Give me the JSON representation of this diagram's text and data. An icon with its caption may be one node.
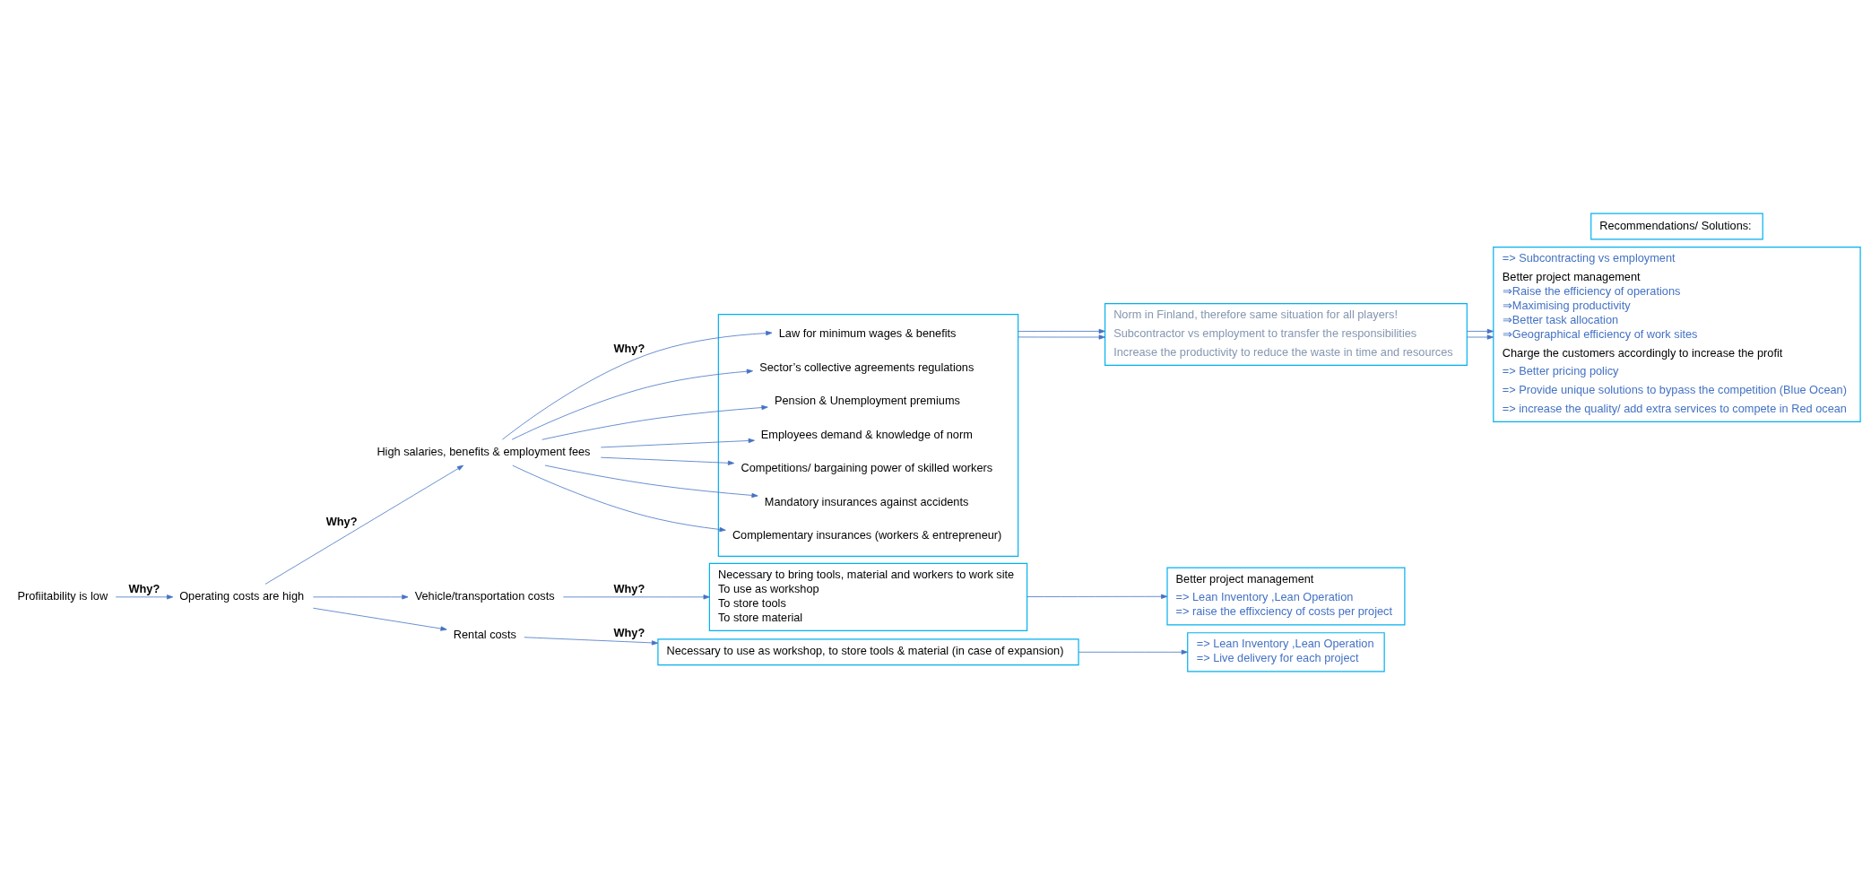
{
  "diagram": {
    "nodes": [
      {
        "text": [
          "Profiitability is low"
        ]
      },
      {
        "text": [
          "Operating costs are high"
        ]
      },
      {
        "text": [
          "High salaries, benefits & employment fees"
        ]
      },
      {
        "text": [],
        "shape": "box"
      },
      {
        "text": [
          "Law for minimum wages & benefits"
        ],
        "in": 3
      },
      {
        "text": [
          "Sector’s collective agreements regulations"
        ],
        "in": 3
      },
      {
        "text": [
          "Pension & Unemployment premiums"
        ],
        "in": 3
      },
      {
        "text": [
          "Employees demand & knowledge of norm"
        ],
        "in": 3
      },
      {
        "text": [
          "Competitions/ bargaining power of skilled workers"
        ],
        "in": 3
      },
      {
        "text": [
          "Mandatory insurances against accidents"
        ],
        "in": 3
      },
      {
        "text": [
          "Complementary insurances (workers & entrepreneur)"
        ],
        "in": 3
      },
      {
        "text": [
          "Norm in Finland, therefore same situation for all players!",
          "Subcontractor vs employment to transfer the responsibilities",
          "Increase the productivity to reduce the waste in time and resources"
        ]
      },
      {
        "text": [
          "Recommendations/ Solutions:"
        ]
      },
      {
        "text": [
          "=> Subcontracting vs employment",
          "Better project management",
          "⇒Raise the efficiency of operations",
          "⇒Maximising productivity",
          "⇒Better task allocation",
          "⇒Geographical efficiency of work sites",
          "Charge the customers accordingly to increase the profit",
          "=> Better pricing policy",
          "=> Provide unique solutions to bypass the competition (Blue Ocean)",
          "=> increase the quality/ add extra services to compete in Red ocean"
        ]
      },
      {
        "text": [
          "Vehicle/transportation costs"
        ]
      },
      {
        "text": [
          "Necessary to bring tools, material and workers to work site",
          "To use as workshop",
          "To store tools",
          "To store material"
        ]
      },
      {
        "text": [
          "Better project management",
          "=> Lean Inventory ,Lean Operation",
          "=> raise the effixciency of costs per project"
        ]
      },
      {
        "text": [
          "Rental costs"
        ]
      },
      {
        "text": [
          "Necessary to use as workshop, to store tools & material (in case of expansion)"
        ]
      },
      {
        "text": [
          "=> Lean Inventory ,Lean Operation",
          "=> Live delivery for each project"
        ]
      }
    ],
    "edges": [
      {
        "from": 0,
        "to": 1,
        "arrow": "to",
        "label": "Why?"
      },
      {
        "from": 1,
        "to": 2,
        "arrow": "to",
        "label": "Why?"
      },
      {
        "from": 1,
        "to": 14,
        "arrow": "to"
      },
      {
        "from": 1,
        "to": 17,
        "arrow": "to"
      },
      {
        "from": 2,
        "to": 4,
        "arrow": "to",
        "label": "Why?"
      },
      {
        "from": 2,
        "to": 5,
        "arrow": "to"
      },
      {
        "from": 2,
        "to": 6,
        "arrow": "to"
      },
      {
        "from": 2,
        "to": 7,
        "arrow": "to"
      },
      {
        "from": 2,
        "to": 8,
        "arrow": "to"
      },
      {
        "from": 2,
        "to": 9,
        "arrow": "to"
      },
      {
        "from": 2,
        "to": 10,
        "arrow": "to"
      },
      {
        "from": 3,
        "to": 11,
        "arrow": "to"
      },
      {
        "from": 3,
        "to": 11,
        "arrow": "to"
      },
      {
        "from": 11,
        "to": 13,
        "arrow": "to"
      },
      {
        "from": 11,
        "to": 13,
        "arrow": "to"
      },
      {
        "from": 14,
        "to": 15,
        "arrow": "to",
        "label": "Why?"
      },
      {
        "from": 15,
        "to": 16,
        "arrow": "to"
      },
      {
        "from": 17,
        "to": 18,
        "arrow": "to",
        "label": "Why?"
      },
      {
        "from": 18,
        "to": 19,
        "arrow": "to"
      }
    ]
  }
}
